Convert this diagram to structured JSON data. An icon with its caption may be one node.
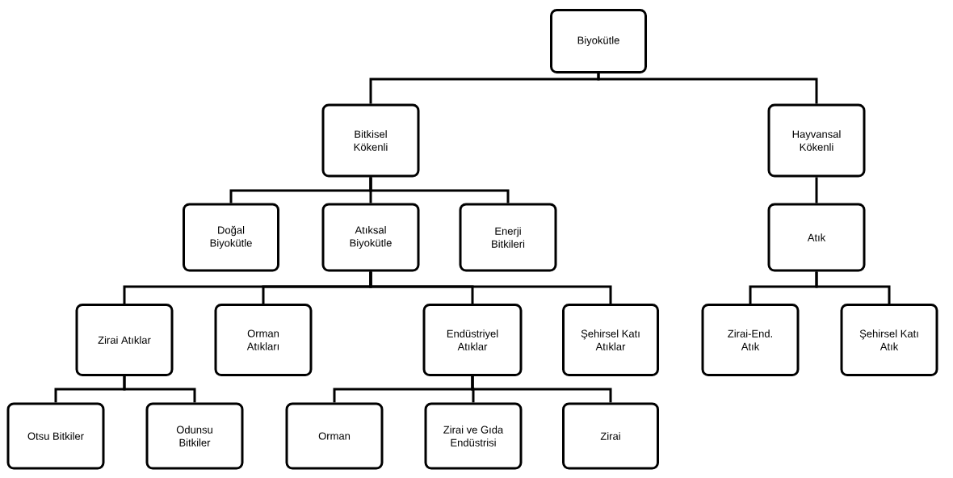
{
  "diagram": {
    "nodes": [
      {
        "text": [
          "Biyokütle"
        ]
      },
      {
        "text": [
          "Bitkisel Kökenli"
        ]
      },
      {
        "text": [
          "Hayvansal Kökenli"
        ]
      },
      {
        "text": [
          "Doğal Biyokütle"
        ]
      },
      {
        "text": [
          "Atıksal Biyokütle"
        ]
      },
      {
        "text": [
          "Enerji Bitkileri"
        ]
      },
      {
        "text": [
          "Atık"
        ]
      },
      {
        "text": [
          "Zirai Atıklar"
        ]
      },
      {
        "text": [
          "Orman Atıkları"
        ]
      },
      {
        "text": [
          "Endüstriyel Atıklar"
        ]
      },
      {
        "text": [
          "Şehirsel Katı Atıklar"
        ]
      },
      {
        "text": [
          "Zirai-End. Atık"
        ]
      },
      {
        "text": [
          "Şehirsel Katı Atık"
        ]
      },
      {
        "text": [
          "Otsu Bitkiler"
        ]
      },
      {
        "text": [
          "Odunsu Bitkiler"
        ]
      },
      {
        "text": [
          "Orman"
        ]
      },
      {
        "text": [
          "Zirai ve Gıda Endüstrisi"
        ]
      },
      {
        "text": [
          "Zirai"
        ]
      }
    ],
    "edges": [
      {
        "from": 0,
        "to": 1,
        "arrow": "none"
      },
      {
        "from": 0,
        "to": 2,
        "arrow": "none"
      },
      {
        "from": 1,
        "to": 3,
        "arrow": "none"
      },
      {
        "from": 1,
        "to": 4,
        "arrow": "none"
      },
      {
        "from": 1,
        "to": 5,
        "arrow": "none"
      },
      {
        "from": 2,
        "to": 6,
        "arrow": "none"
      },
      {
        "from": 4,
        "to": 7,
        "arrow": "none"
      },
      {
        "from": 4,
        "to": 8,
        "arrow": "none"
      },
      {
        "from": 4,
        "to": 9,
        "arrow": "none"
      },
      {
        "from": 4,
        "to": 10,
        "arrow": "none"
      },
      {
        "from": 6,
        "to": 11,
        "arrow": "none"
      },
      {
        "from": 6,
        "to": 12,
        "arrow": "none"
      },
      {
        "from": 7,
        "to": 13,
        "arrow": "none"
      },
      {
        "from": 7,
        "to": 14,
        "arrow": "none"
      },
      {
        "from": 9,
        "to": 15,
        "arrow": "none"
      },
      {
        "from": 9,
        "to": 16,
        "arrow": "none"
      },
      {
        "from": 9,
        "to": 17,
        "arrow": "none"
      }
    ]
  }
}
